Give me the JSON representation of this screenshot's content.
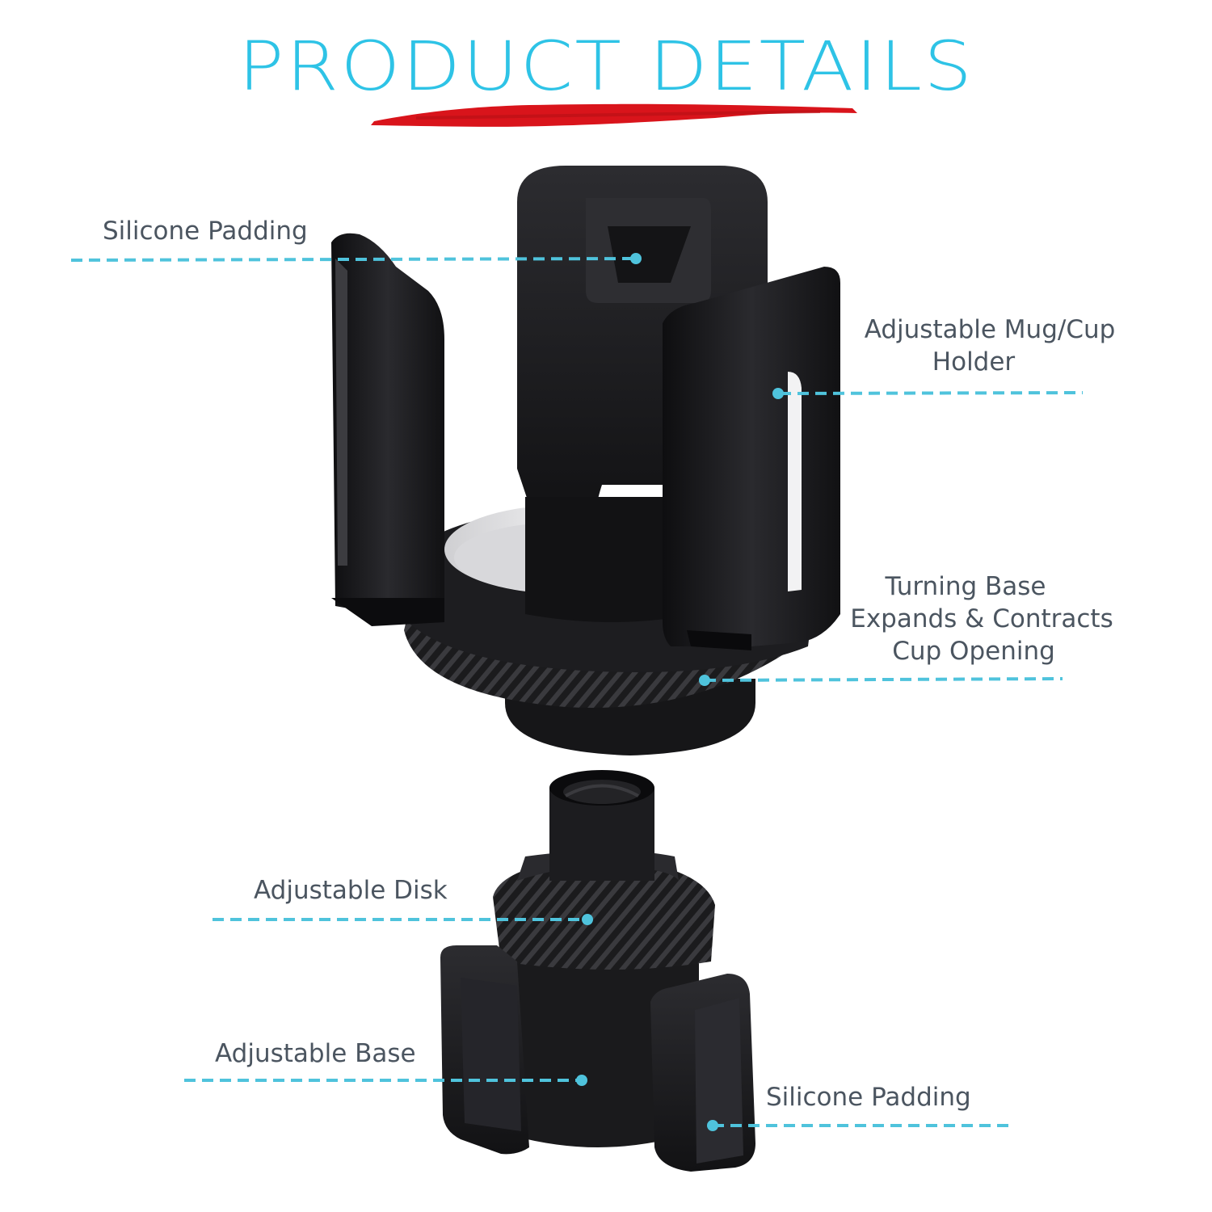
{
  "header": {
    "title": "PRODUCT DETAILS"
  },
  "callouts": {
    "silicone_padding_top": "Silicone Padding",
    "adjustable_holder_line1": "Adjustable Mug/Cup",
    "adjustable_holder_line2": "Holder",
    "turning_base_line1": "Turning Base",
    "turning_base_line2": "Expands & Contracts",
    "turning_base_line3": "Cup Opening",
    "adjustable_disk": "Adjustable Disk",
    "adjustable_base": "Adjustable Base",
    "silicone_padding_bottom": "Silicone Padding"
  },
  "colors": {
    "title": "#2ec3e6",
    "brush": "#d9141b",
    "leader": "#4fc3dc",
    "product": "#1c1c1e"
  }
}
